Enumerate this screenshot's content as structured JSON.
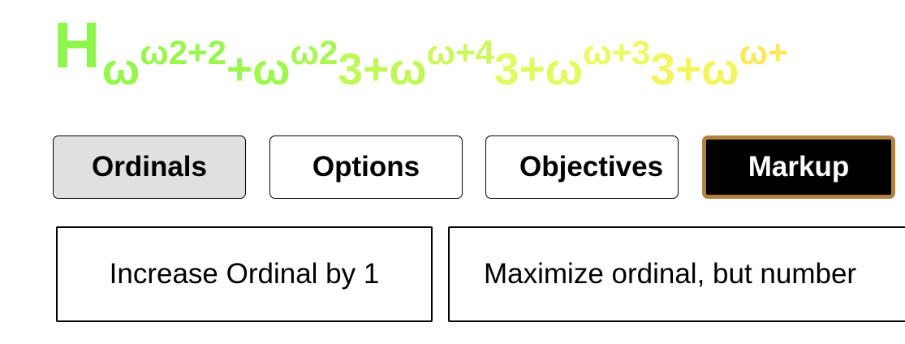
{
  "title": {
    "fragments": [
      {
        "text": "H",
        "level": "base",
        "color": "#8ef54a"
      },
      {
        "text": "ω",
        "level": "sub",
        "color": "#93f74c"
      },
      {
        "text": "ω2+2",
        "level": "sup",
        "color": "#98f64e"
      },
      {
        "text": "+ω",
        "level": "sub",
        "color": "#9cf84f"
      },
      {
        "text": "ω2",
        "level": "sup",
        "color": "#a8f553"
      },
      {
        "text": "3+ω",
        "level": "sub",
        "color": "#c0f85a"
      },
      {
        "text": "ω+4",
        "level": "sup",
        "color": "#cdf75c"
      },
      {
        "text": "3+ω",
        "level": "sub",
        "color": "#e0fa60"
      },
      {
        "text": "ω+3",
        "level": "sup",
        "color": "#eafa62"
      },
      {
        "text": "3+ω",
        "level": "sub",
        "color": "#f2f560"
      },
      {
        "text": "ω+",
        "level": "sup",
        "color": "#fae85a"
      }
    ]
  },
  "tabs": [
    {
      "label": "Ordinals",
      "state": "active"
    },
    {
      "label": "Options",
      "state": "normal"
    },
    {
      "label": "Objectives",
      "state": "normal"
    },
    {
      "label": "Markup",
      "state": "dark"
    }
  ],
  "actions": [
    {
      "label": "Increase Ordinal by 1"
    },
    {
      "label": "Maximize ordinal, but number"
    }
  ],
  "colors": {
    "markup_border": "#b08442",
    "active_tab_bg": "#e0e0e0"
  }
}
